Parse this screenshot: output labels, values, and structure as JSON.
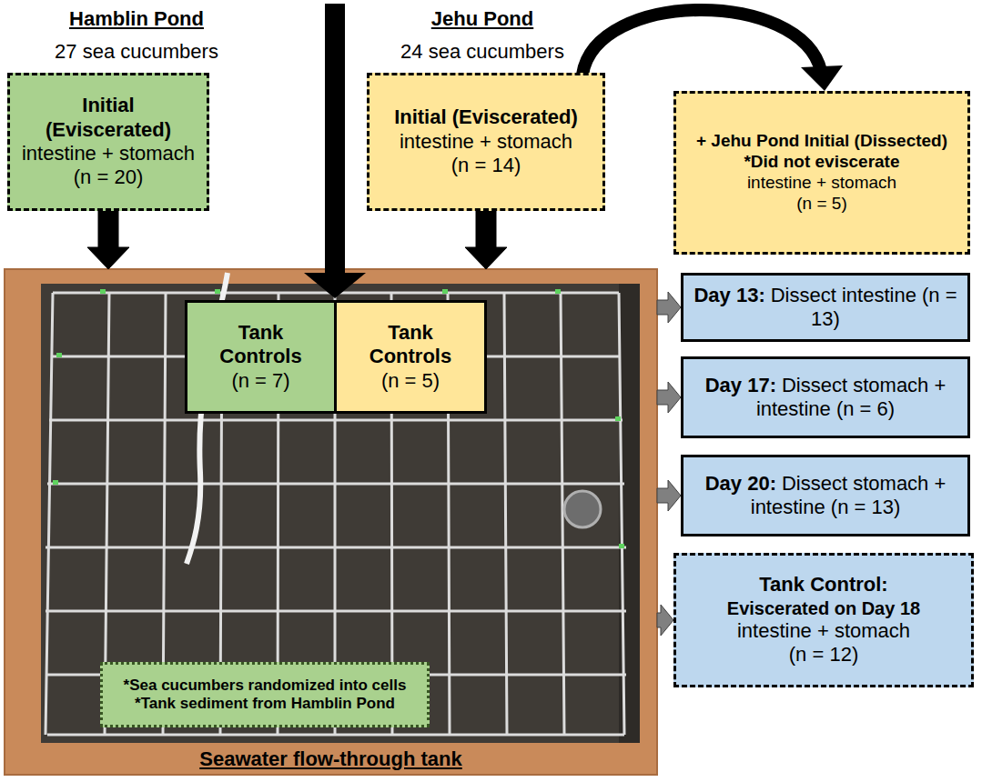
{
  "diagram": {
    "nodes": [
      {
        "text": [
          "Initial (Eviscerated)",
          "intestine + stomach",
          "(n = 20)"
        ]
      },
      {
        "text": [
          "Initial (Eviscerated)",
          "intestine + stomach",
          "(n = 14)"
        ]
      },
      {
        "text": [
          "+ Jehu Pond Initial (Dissected)",
          "*Did not eviscerate",
          "intestine + stomach",
          "(n = 5)"
        ]
      },
      {
        "text": [
          "Seawater flow-through tank"
        ]
      },
      {
        "text": [
          "Tank Controls",
          "(n = 7)"
        ],
        "in": 3
      },
      {
        "text": [
          "Tank Controls",
          "(n = 5)"
        ],
        "in": 3
      },
      {
        "text": [
          "*Sea cucumbers randomized into cells",
          "*Tank sediment from Hamblin Pond"
        ],
        "in": 3
      },
      {
        "text": [
          "Day 13:",
          "Dissect intestine (n = 13)"
        ]
      },
      {
        "text": [
          "Day 17:",
          "Dissect stomach + intestine (n = 6)"
        ]
      },
      {
        "text": [
          "Day 20:",
          "Dissect stomach + intestine (n = 13)"
        ]
      },
      {
        "text": [
          "Tank Control:",
          "Eviscerated on Day 18",
          "intestine + stomach",
          "(n = 12)"
        ]
      }
    ],
    "edges": [
      {
        "from": 0,
        "to": 3,
        "arrow": "to"
      },
      {
        "from": 1,
        "to": 3,
        "arrow": "to"
      },
      {
        "from": 3,
        "to": 7,
        "arrow": "to"
      },
      {
        "from": 3,
        "to": 8,
        "arrow": "to"
      },
      {
        "from": 3,
        "to": 9,
        "arrow": "to"
      },
      {
        "from": 3,
        "to": 10,
        "arrow": "to"
      }
    ],
    "labels": [
      "Hamblin Pond",
      "27 sea cucumbers",
      "Jehu Pond",
      "24 sea cucumbers"
    ]
  }
}
